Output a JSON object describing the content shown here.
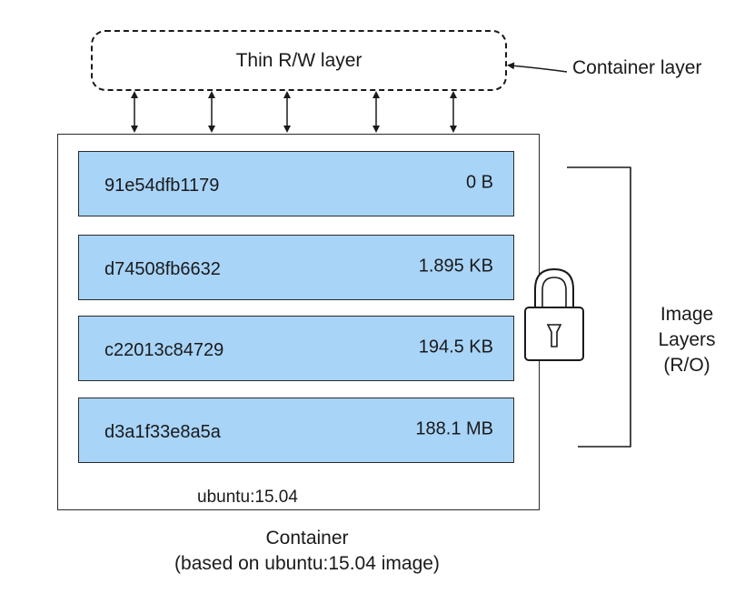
{
  "container_layer": {
    "box_label": "Thin R/W layer",
    "side_label": "Container layer"
  },
  "image_layers": [
    {
      "id": "91e54dfb1179",
      "size": "0 B"
    },
    {
      "id": "d74508fb6632",
      "size": "1.895 KB"
    },
    {
      "id": "c22013c84729",
      "size": "194.5 KB"
    },
    {
      "id": "d3a1f33e8a5a",
      "size": "188.1 MB"
    }
  ],
  "base_image_label": "ubuntu:15.04",
  "container_caption": {
    "line1": "Container",
    "line2": "(based on ubuntu:15.04 image)"
  },
  "ro_label": {
    "line1": "Image",
    "line2": "Layers",
    "line3": "(R/O)"
  },
  "colors": {
    "layer_fill": "#a8d4f8",
    "stroke": "#1a1a1a"
  },
  "icons": {
    "lock": "padlock-icon"
  }
}
